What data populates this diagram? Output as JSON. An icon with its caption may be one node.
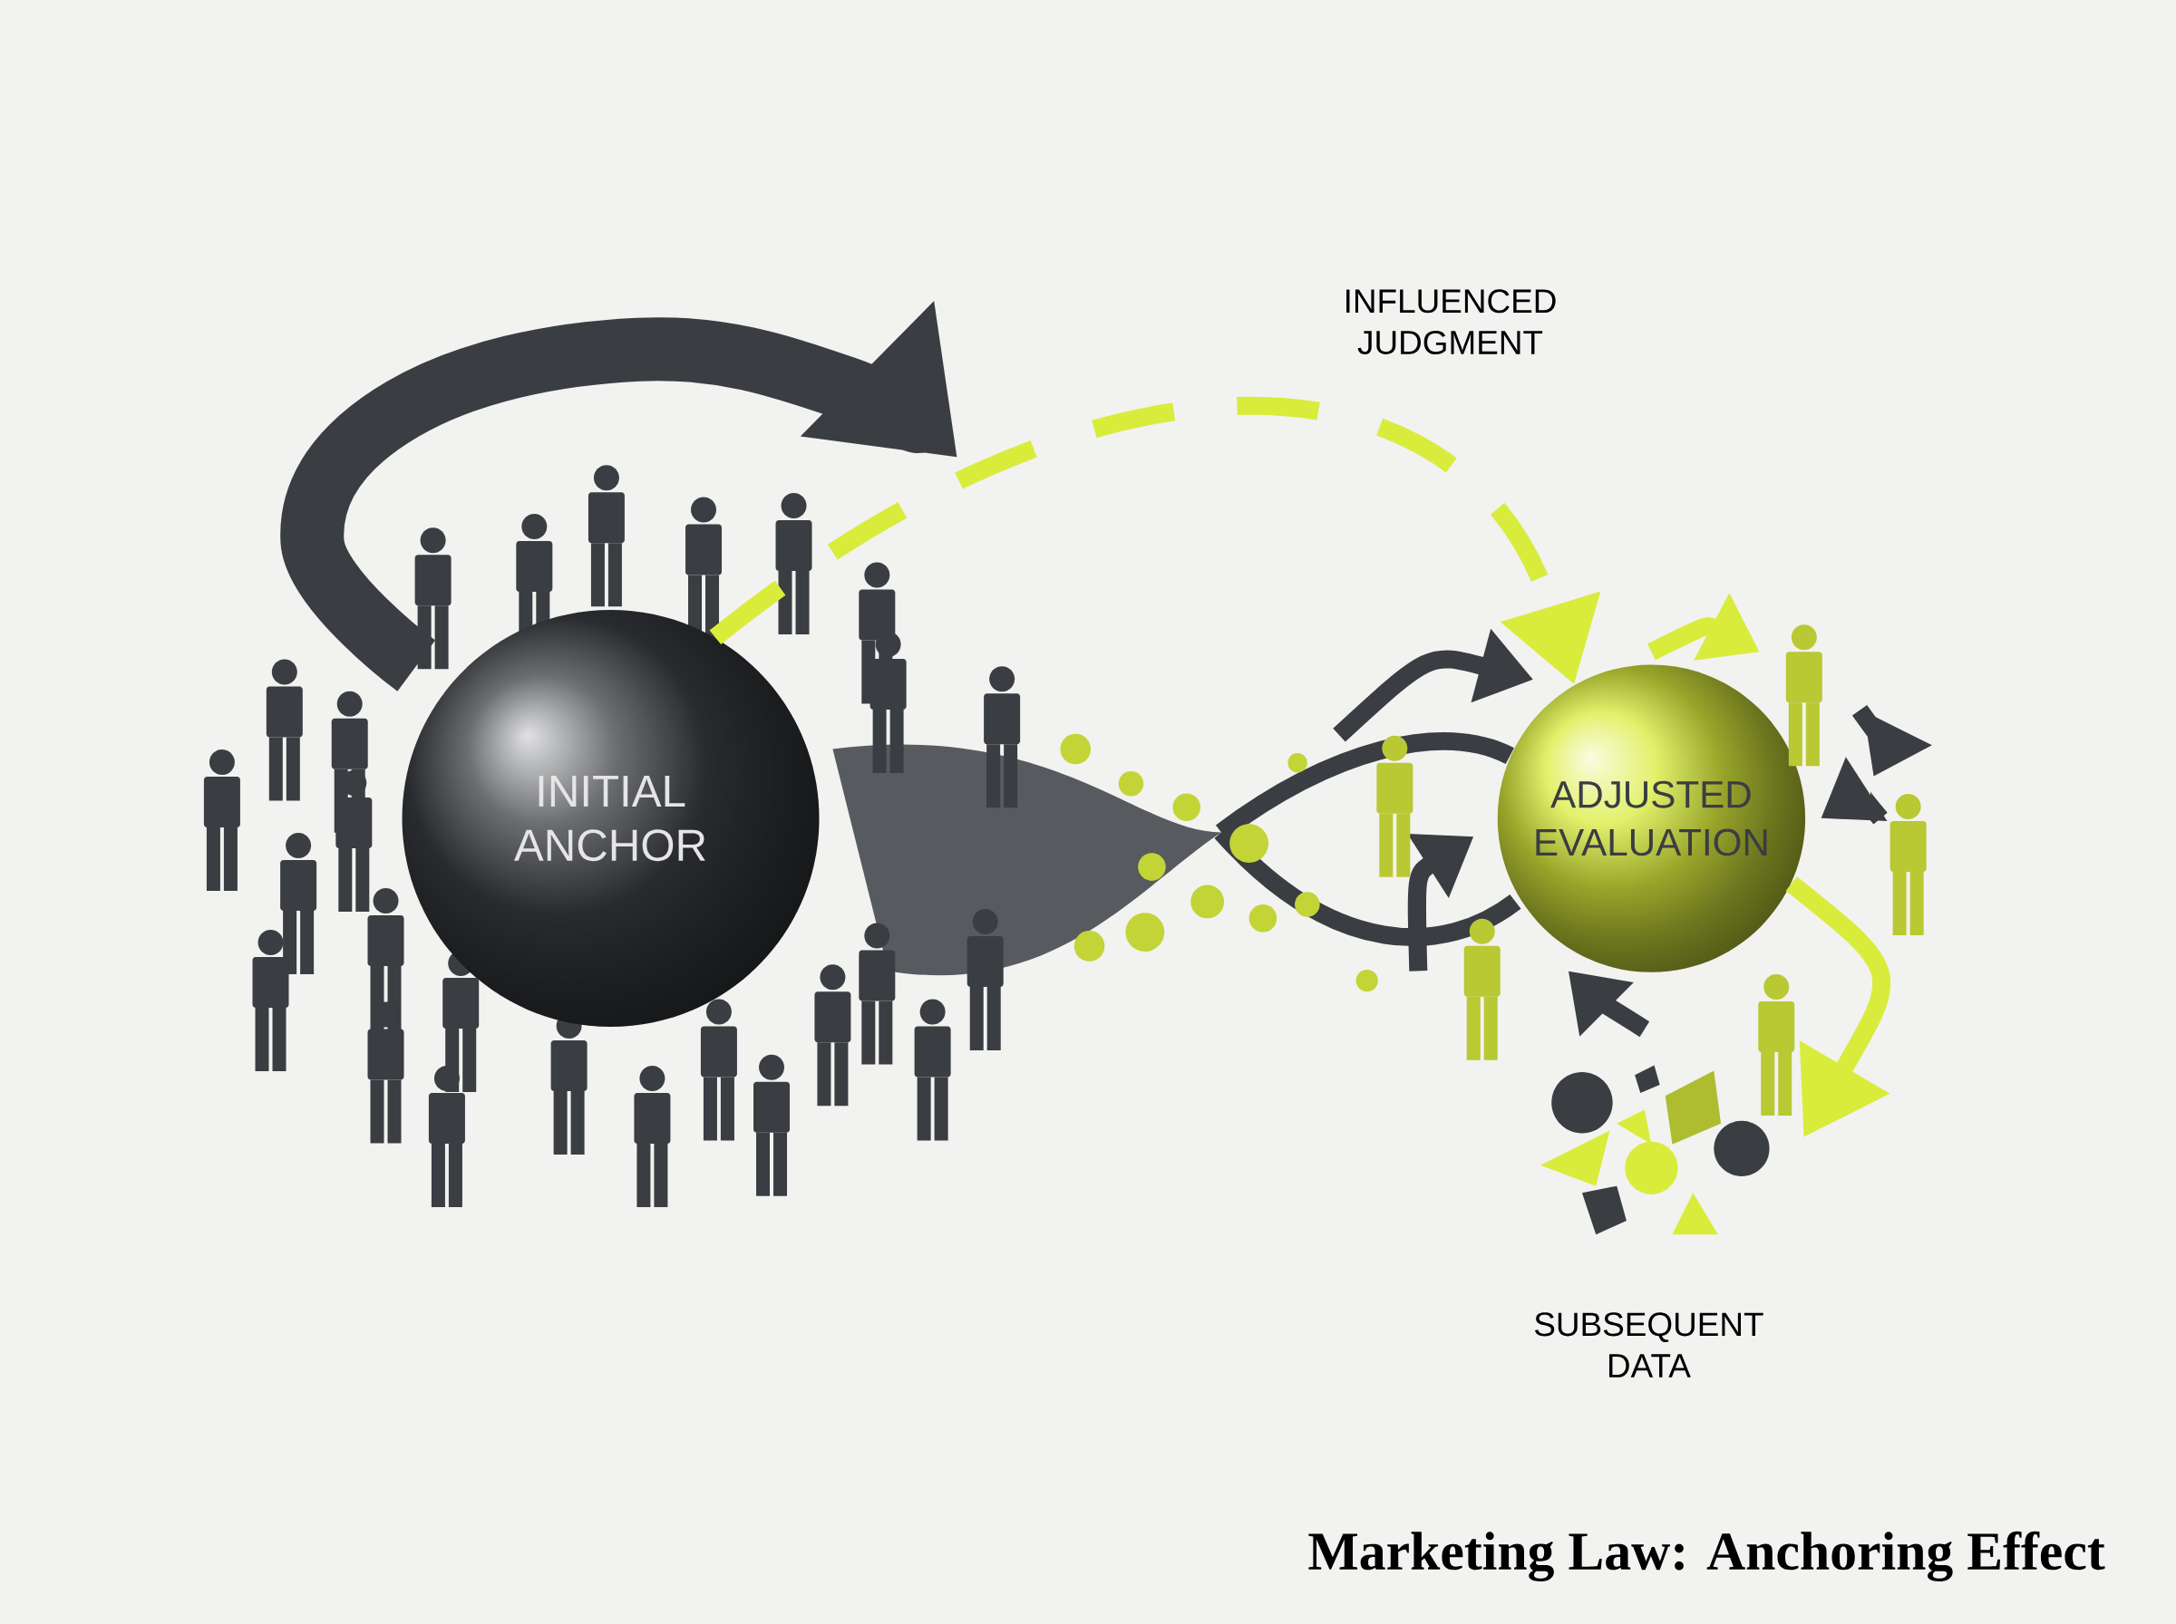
{
  "diagram": {
    "caption": "Marketing Law: Anchoring Effect",
    "nodes": [
      {
        "text": [
          "INITIAL ANCHOR"
        ]
      },
      {
        "text": [
          "ADJUSTED EVALUATION"
        ]
      },
      {
        "text": [
          "SUBSEQUENT DATA"
        ]
      }
    ],
    "edges": [
      {
        "from": 0,
        "to": 1,
        "arrow": "to",
        "style": "dashed",
        "label": "INFLUENCED JUDGMENT"
      },
      {
        "from": 1,
        "to": 2,
        "arrow": "to"
      }
    ]
  }
}
